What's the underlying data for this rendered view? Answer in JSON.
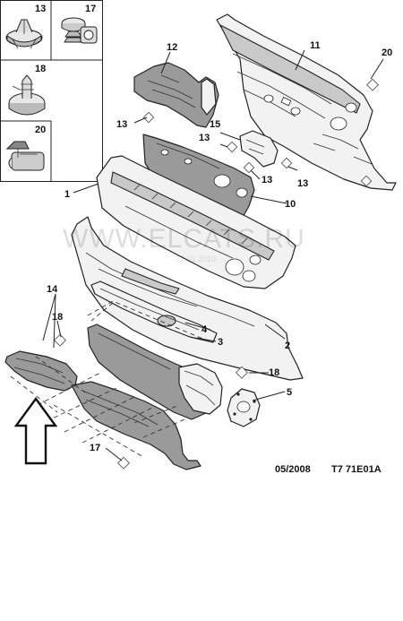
{
  "legend": [
    {
      "ref": "13",
      "icon": "push-clip-icon"
    },
    {
      "ref": "17",
      "icon": "fir-tree-clip-icon"
    },
    {
      "ref": "18",
      "icon": "stud-clip-icon"
    },
    {
      "ref": "20",
      "icon": "nut-clip-icon"
    }
  ],
  "callouts": [
    {
      "ref": "1"
    },
    {
      "ref": "2"
    },
    {
      "ref": "3"
    },
    {
      "ref": "4"
    },
    {
      "ref": "5"
    },
    {
      "ref": "10"
    },
    {
      "ref": "11"
    },
    {
      "ref": "12"
    },
    {
      "ref": "13"
    },
    {
      "ref": "13"
    },
    {
      "ref": "13"
    },
    {
      "ref": "13"
    },
    {
      "ref": "13"
    },
    {
      "ref": "14"
    },
    {
      "ref": "15"
    },
    {
      "ref": "17"
    },
    {
      "ref": "18"
    },
    {
      "ref": "18"
    },
    {
      "ref": "20"
    }
  ],
  "watermark": {
    "text": "WWW.ELCATS.RU",
    "sub": "22.01.2010"
  },
  "footer": {
    "date": "05/2008",
    "code": "T7 71E01A"
  }
}
